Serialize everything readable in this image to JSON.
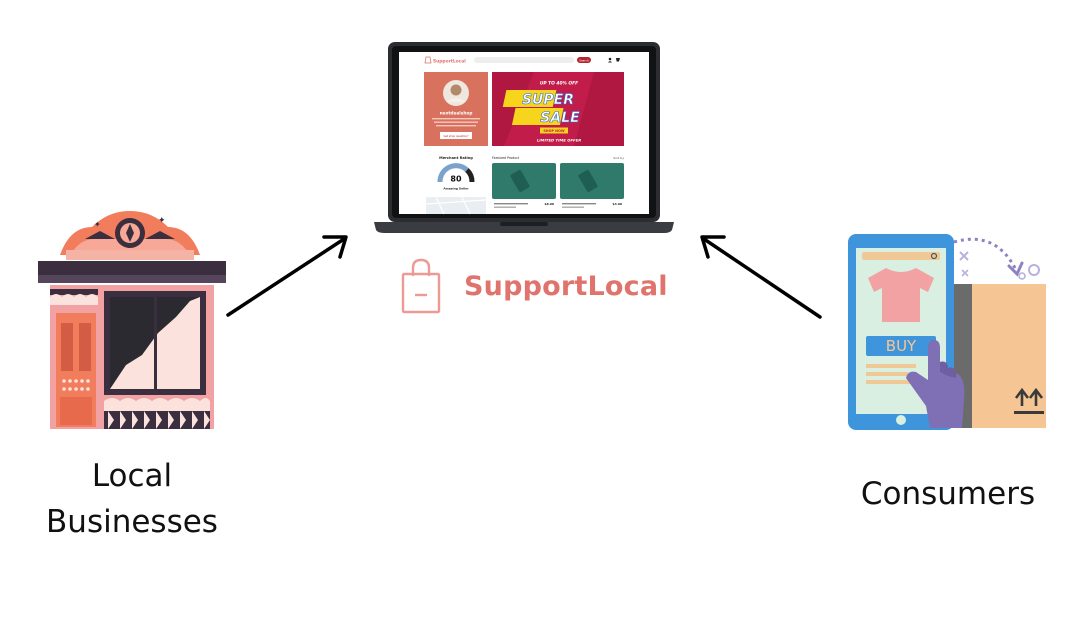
{
  "labels": {
    "left_label_line1": "Local",
    "left_label_line2": "Businesses",
    "right_label": "Consumers",
    "brand_name": "SupportLocal"
  },
  "laptop_screen": {
    "nav_logo": "SupportLocal",
    "nav_button": "Search",
    "shop_name": "nextdealshop",
    "shop_button": "Get shop question?",
    "sale_top": "UP TO 40% OFF",
    "sale_word1": "SUPER",
    "sale_word2": "SALE",
    "sale_shop_now": "SHOP NOW",
    "sale_bottom": "LIMITED TIME OFFER",
    "rating_title": "Merchant Rating",
    "rating_value": "80",
    "rating_caption": "Amazing Seller",
    "featured_title": "Featured Product",
    "featured_sort": "Sort by",
    "product1_price": "$8.00",
    "product2_price": "$3.00"
  },
  "phone_illustration": {
    "buy_label": "BUY"
  },
  "colors": {
    "brand": "#e0746c",
    "arrow": "#000000",
    "sale_bg": "#c21d4a",
    "sale_yellow": "#f7d51d",
    "shop_card": "#d9715f",
    "product_teal": "#2f7a6b",
    "phone_blue": "#3f95db",
    "box_orange": "#f6c594",
    "hand_purple": "#7f6fb4"
  }
}
